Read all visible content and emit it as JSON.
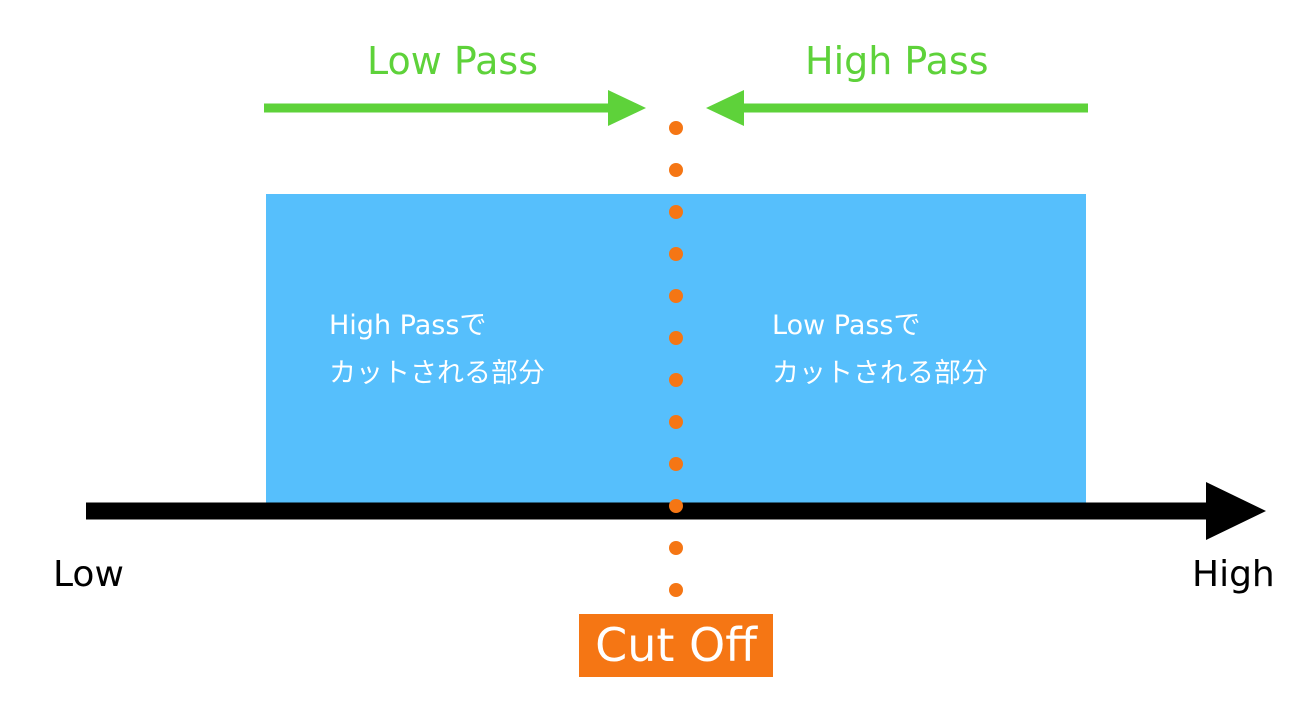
{
  "labels": {
    "low_pass": "Low Pass",
    "high_pass": "High Pass",
    "axis_low": "Low",
    "axis_high": "High",
    "cutoff": "Cut Off"
  },
  "regions": {
    "left_line1": "High Passで",
    "left_line2": "カットされる部分",
    "right_line1": "Low Passで",
    "right_line2": "カットされる部分"
  },
  "colors": {
    "arrow_green": "#5ed23a",
    "block_blue": "#56bffc",
    "axis_black": "#000000",
    "cutoff_orange": "#f57614",
    "text_white": "#ffffff"
  }
}
